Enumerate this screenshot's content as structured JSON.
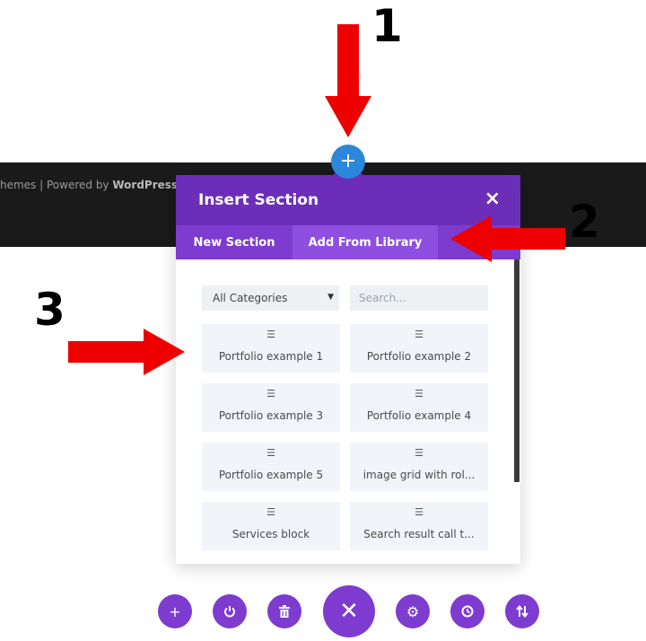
{
  "footer": {
    "theme_fragment": "hemes",
    "separator": " | Powered by ",
    "platform": "WordPress"
  },
  "modal": {
    "title": "Insert Section",
    "close_label": "×",
    "tabs": [
      {
        "label": "New Section",
        "active": false
      },
      {
        "label": "Add From Library",
        "active": true
      }
    ],
    "category_select": {
      "value": "All Categories"
    },
    "search": {
      "placeholder": "Search..."
    },
    "layouts": [
      {
        "label": "Portfolio example 1"
      },
      {
        "label": "Portfolio example 2"
      },
      {
        "label": "Portfolio example 3"
      },
      {
        "label": "Portfolio example 4"
      },
      {
        "label": "Portfolio example 5"
      },
      {
        "label": "image grid with rol..."
      },
      {
        "label": "Services block"
      },
      {
        "label": "Search result call t..."
      }
    ]
  },
  "annotations": {
    "step1": "1",
    "step2": "2",
    "step3": "3"
  },
  "toolbar": {
    "buttons": [
      "add-icon",
      "power-icon",
      "trash-icon",
      "close-icon",
      "gear-icon",
      "history-icon",
      "sort-icon"
    ]
  },
  "colors": {
    "purple_dark": "#6c2eb9",
    "purple": "#7d3bcf",
    "purple_active": "#8e4fe0",
    "blue": "#2b87da",
    "annotation_red": "#ee0000"
  }
}
